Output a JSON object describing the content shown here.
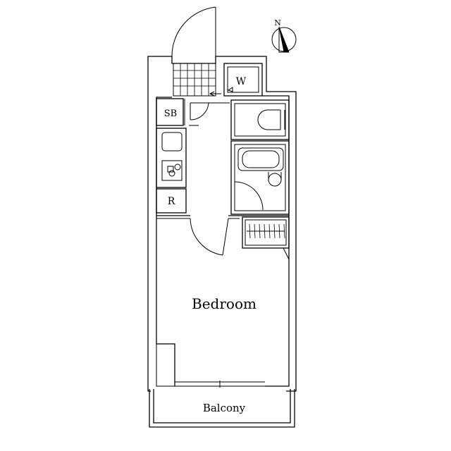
{
  "rooms": {
    "bedroom": "Bedroom",
    "balcony": "Balcony",
    "washer": "W",
    "shoe_box": "SB",
    "fridge": "R"
  },
  "compass": {
    "north": "N"
  }
}
